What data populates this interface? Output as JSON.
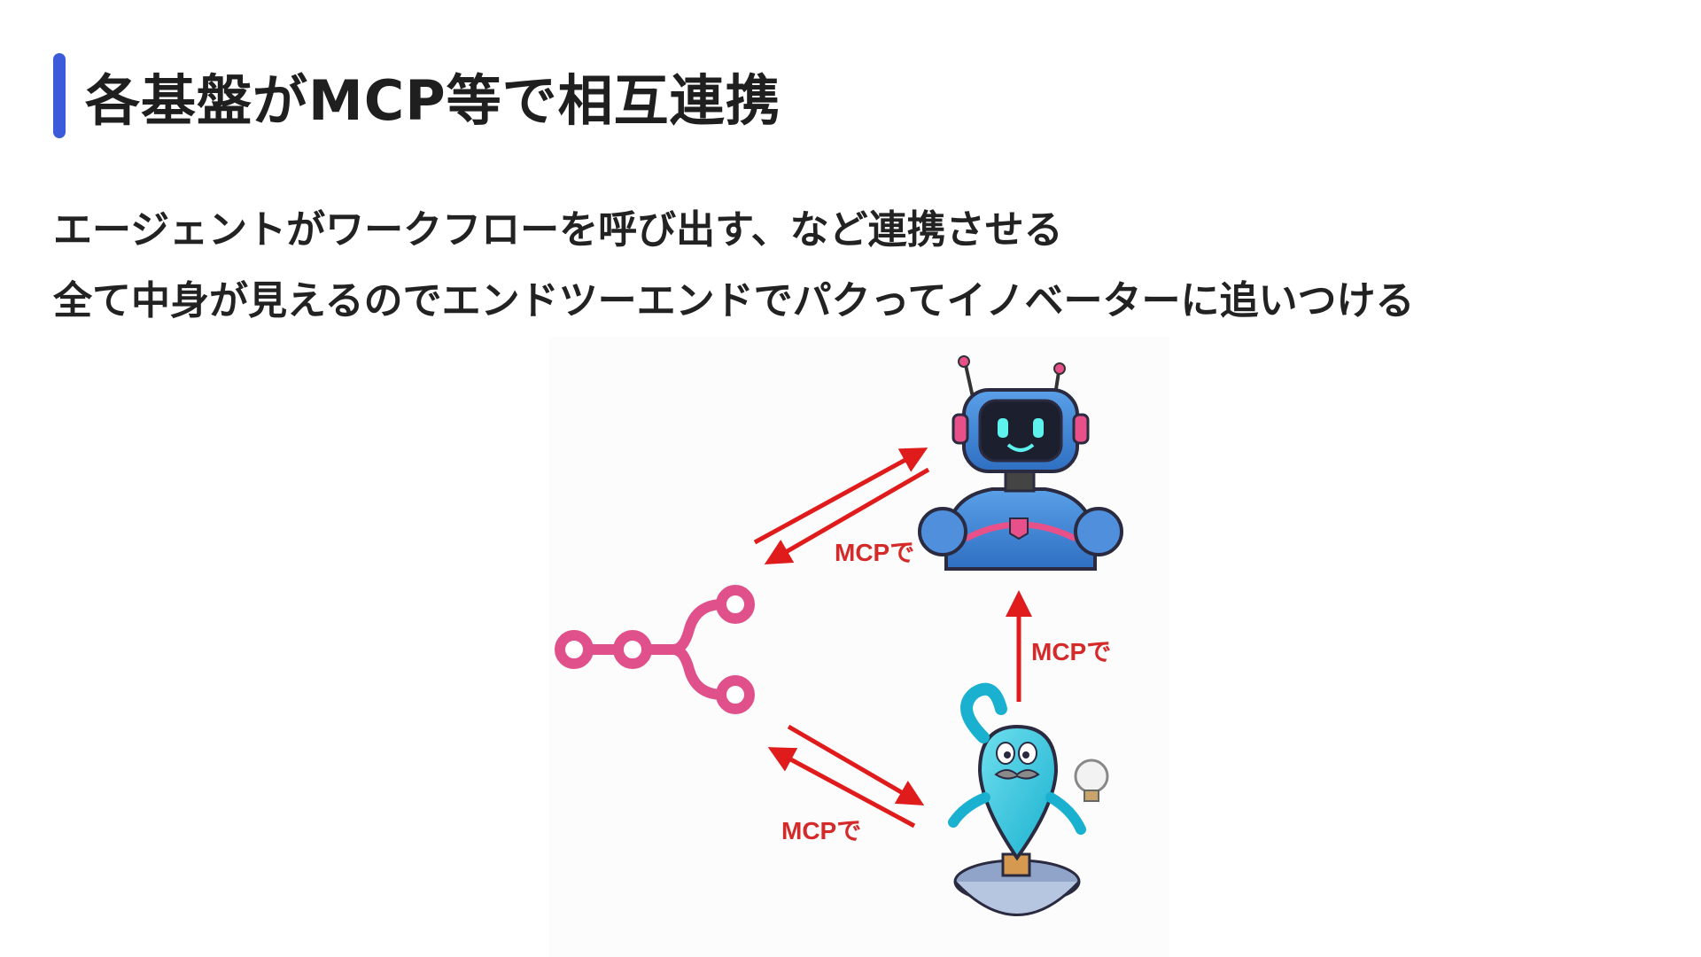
{
  "slide": {
    "title": "各基盤がMCP等で相互連携",
    "accent_color": "#3b5bdb",
    "bullets": [
      "エージェントがワークフローを呼び出す、など連携させる",
      "全て中身が見えるのでエンドツーエンドでパクってイノベーターに追いつける"
    ]
  },
  "diagram": {
    "arrow_color": "#e01b1b",
    "labels": {
      "robot_workflow": "MCPで",
      "genie_robot": "MCPで",
      "workflow_genie": "MCPで"
    },
    "nodes": [
      {
        "name": "robot",
        "icon": "robot-agent-icon"
      },
      {
        "name": "workflow",
        "icon": "workflow-branch-icon"
      },
      {
        "name": "genie",
        "icon": "genie-lightbulb-icon"
      }
    ]
  }
}
